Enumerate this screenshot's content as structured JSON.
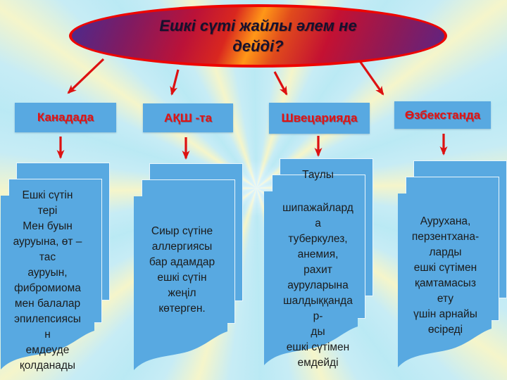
{
  "slide": {
    "title": "Ешкі сүті жайлы әлем не дейді?"
  },
  "columns": [
    {
      "country": "Канадада",
      "note": "Ешкі сүтін\nтері\nМен буын\nауруына, өт –\nтас\nауруын,\nфибромиома\nмен балалар\nэпилепсиясы\nн\nемдеуде\nқолданады"
    },
    {
      "country": "АҚШ -та",
      "note": "Сиыр сүтіне\nаллергиясы\nбар адамдар\nешкі сүтін\nжеңіл\nкөтерген."
    },
    {
      "country": "Швецарияда",
      "note_header": "Таулы",
      "note": "шипажайлард\nа\nтуберкулез,\nанемия,\nрахит\nауруларына\nшалдыққанда\nр-\nды\nешкі сүтімен\nемдейді"
    },
    {
      "country": "Өзбекстанда",
      "note": "Аурухана,\nперзентхана-\nларды\nешкі сүтімен\nқамтамасыз\nету\nүшін арнайы\nөсіреді"
    }
  ],
  "colors": {
    "background": "#c7ecf5",
    "card_blue": "#58a9e1",
    "arrow_red": "#dd1111",
    "country_label_red": "#e01414",
    "ellipse_border_red": "#ee0500",
    "ellipse_gradient": [
      "#472b91",
      "#bb1238",
      "#ff9717",
      "#c41132",
      "#5b2485"
    ],
    "title_text": "#16102e",
    "note_text": "#1b1b1b"
  },
  "icons": {
    "arrow": "down-arrow-connector"
  }
}
